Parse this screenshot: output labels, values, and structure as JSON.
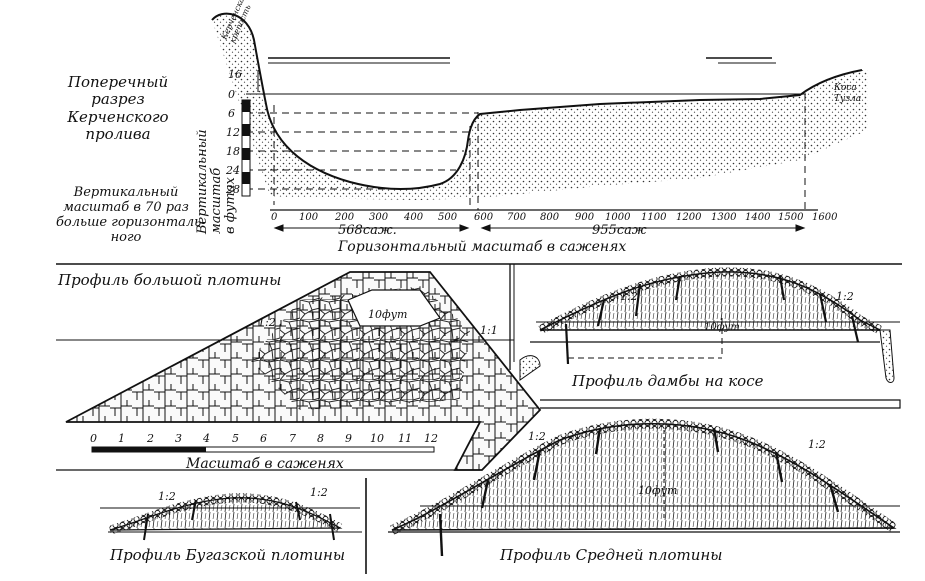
{
  "section": {
    "title_lines": [
      "Поперечный",
      "разрез",
      "Керченского",
      "пролива"
    ],
    "vertical_scale_label": [
      "Вертикальный",
      "масштаб",
      "в футах"
    ],
    "scale_note_lines": [
      "Вертикальный",
      "масштаб в 70 раз",
      "больше горизонталь-",
      "ного"
    ],
    "fortress_label": [
      "Керченская",
      "крепость"
    ],
    "spit_label": [
      "Коса",
      "Тузла"
    ],
    "depth_ticks": [
      "16",
      "0",
      "6",
      "12",
      "18",
      "24",
      "28"
    ],
    "distance_ticks": [
      "0",
      "100",
      "200",
      "300",
      "400",
      "500",
      "600",
      "700",
      "800",
      "900",
      "1000",
      "1100",
      "1200",
      "1300",
      "1400",
      "1500",
      "1600"
    ],
    "span_left": "568саж.",
    "span_right": "955саж",
    "horizontal_scale_label": "Горизонтальный масштаб в саженях"
  },
  "big_dam": {
    "title": "Профиль большой плотины",
    "height_label": "10фут",
    "slope_left": "1:2",
    "slope_right": "1:1",
    "scale_ticks": [
      "0",
      "1",
      "2",
      "3",
      "4",
      "5",
      "6",
      "7",
      "8",
      "9",
      "10",
      "11",
      "12"
    ],
    "scale_label": "Масштаб в саженях"
  },
  "spit_dam": {
    "title": "Профиль дамбы на косе",
    "height_label": "10фут",
    "slope_left": "1:2",
    "slope_right": "1:2"
  },
  "bugaz_dam": {
    "title": "Профиль Бугазской плотины",
    "slope_left": "1:2",
    "slope_right": "1:2"
  },
  "middle_dam": {
    "title": "Профиль Средней плотины",
    "height_label": "10фут",
    "slope_left": "1:2",
    "slope_right": "1:2"
  }
}
